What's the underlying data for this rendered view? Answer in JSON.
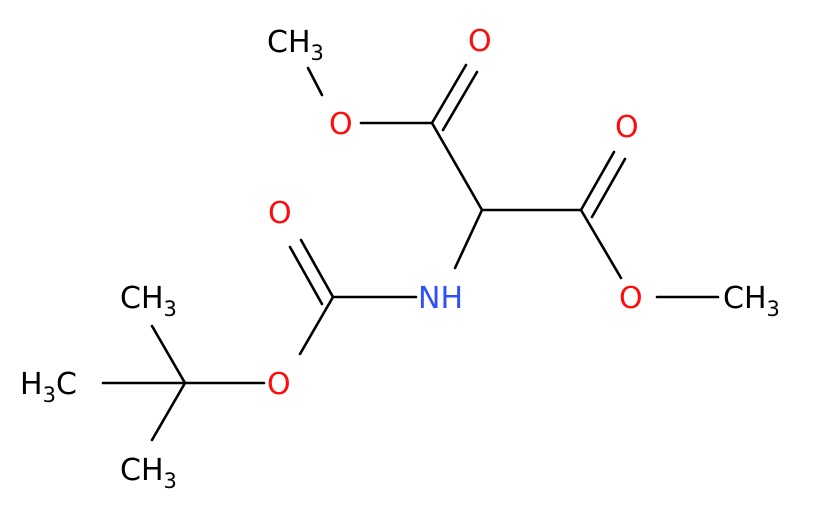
{
  "colors": {
    "bond": "#000000",
    "carbon_label": "#000000",
    "oxygen": "#ff0d0d",
    "nitrogen": "#3050f8"
  },
  "labels": {
    "methyl_top": {
      "text": "CH",
      "sub": "3"
    },
    "o_top_ether": "O",
    "o_top_carbonyl": "O",
    "o_right_carbonyl": "O",
    "o_right_ether": "O",
    "methyl_right": {
      "text": "CH",
      "sub": "3"
    },
    "o_boc_carbonyl": "O",
    "nh": "NH",
    "o_boc_ether": "O",
    "methyl_tbu_top": {
      "text": "CH",
      "sub": "3"
    },
    "methyl_tbu_left": {
      "pre": "H",
      "sub": "3",
      "text": "C"
    },
    "methyl_tbu_bottom": {
      "text": "CH",
      "sub": "3"
    }
  }
}
